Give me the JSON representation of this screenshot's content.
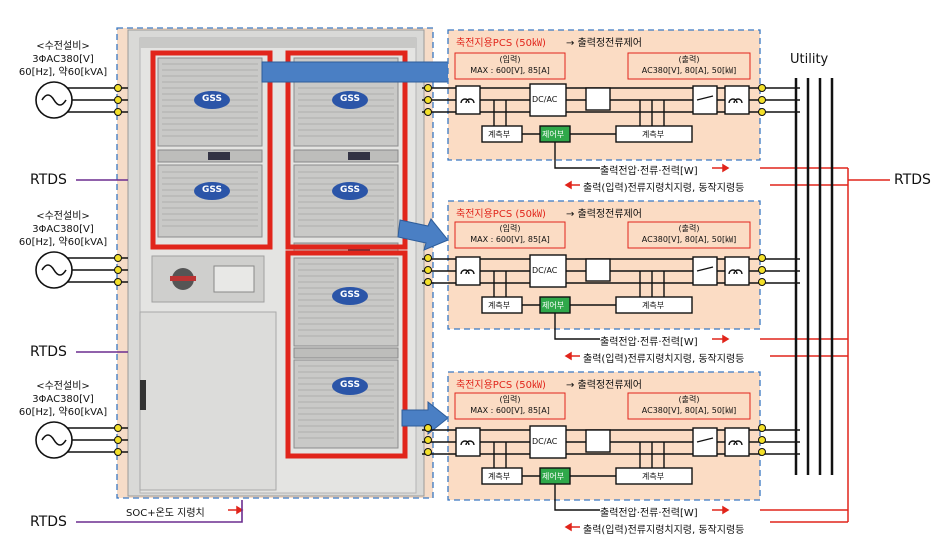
{
  "colors": {
    "pcs_panel_fill": "#fbdcc4",
    "panel_border": "#3a78c2",
    "red": "#e1251b",
    "green": "#2fa84a",
    "purple": "#6b2d8f",
    "arrow_blue": "#4a7fc4"
  },
  "supply": {
    "header": "<수전설비>",
    "spec1": "3ΦAC380[V]",
    "spec2": "60[Hz], 약60[kVA]"
  },
  "rtds_label": "RTDS",
  "utility_label": "Utility",
  "pcs": {
    "title": "축전지용PCS (50㎾)",
    "mode": "→ 출력정전류제어",
    "input_header": "(입력)",
    "input_spec": "MAX : 600[V], 85[A]",
    "output_header": "(출력)",
    "output_spec": "AC380[V], 80[A], 50[㎾]",
    "dcac": "DC/AC",
    "measure": "계측부",
    "control": "제어부",
    "out_label1": "출력전압·전류·전력[W]",
    "out_label2": "출력(입력)전류지령치지령, 동작지령등"
  },
  "cabinet": {
    "brand": "GSS",
    "bottom_label": "SOC+온도 지령치"
  }
}
